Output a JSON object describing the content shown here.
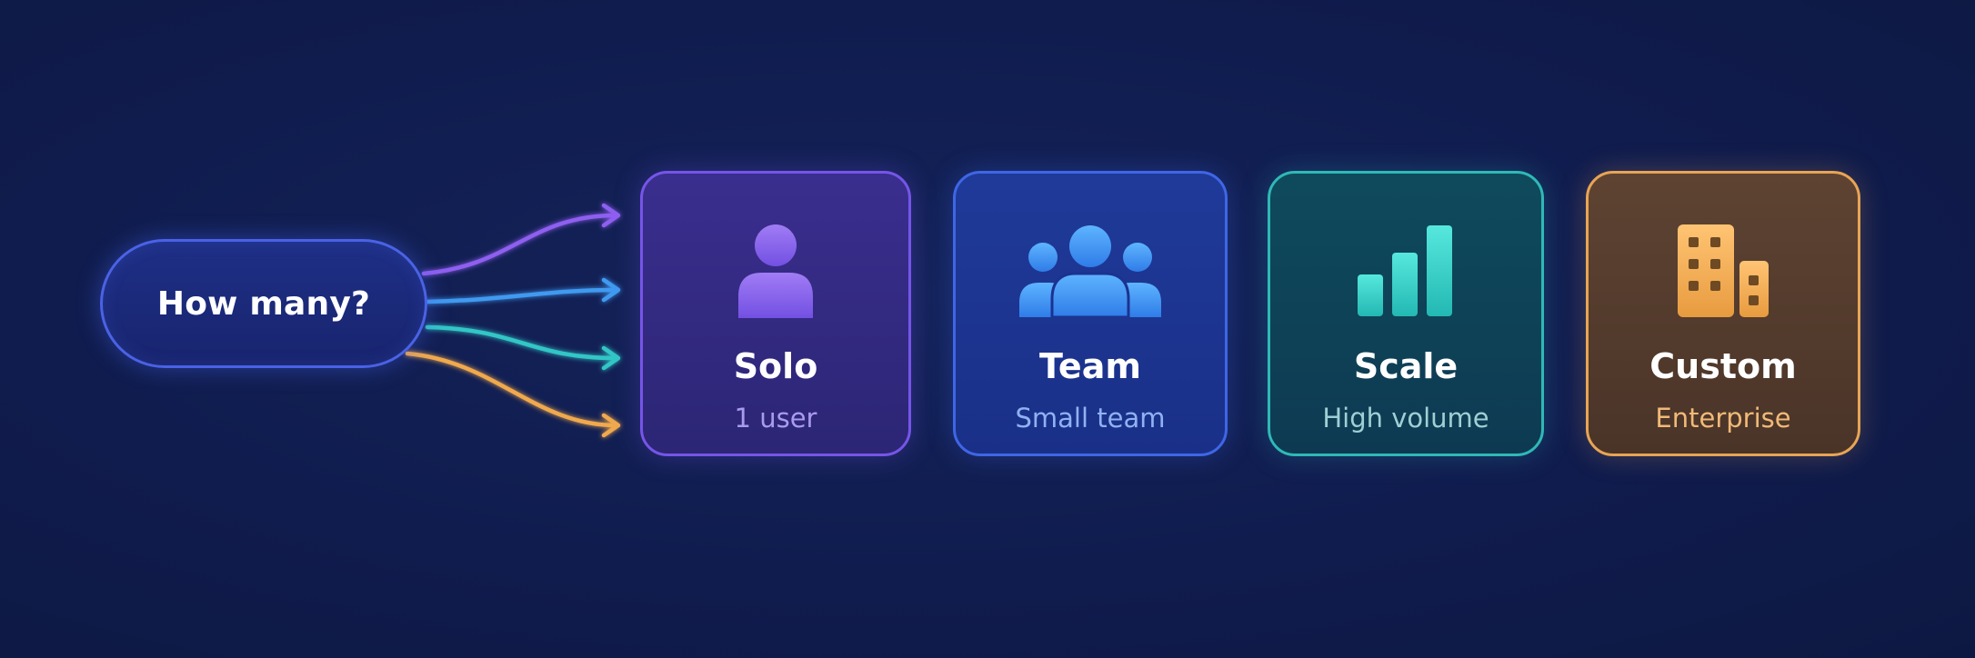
{
  "question": {
    "label": "How many?",
    "accent": "#4a62e6"
  },
  "connector_colors": [
    "#8f5ef0",
    "#3f9af0",
    "#33c6c6",
    "#f0a94e"
  ],
  "options": [
    {
      "id": "solo",
      "title": "Solo",
      "subtitle": "1 user",
      "icon": "person-icon",
      "accent": "#7655e8"
    },
    {
      "id": "team",
      "title": "Team",
      "subtitle": "Small team",
      "icon": "group-icon",
      "accent": "#3f66e6"
    },
    {
      "id": "scale",
      "title": "Scale",
      "subtitle": "High volume",
      "icon": "bar-chart-icon",
      "accent": "#2fb9b6"
    },
    {
      "id": "custom",
      "title": "Custom",
      "subtitle": "Enterprise",
      "icon": "building-icon",
      "accent": "#e8a554"
    }
  ]
}
